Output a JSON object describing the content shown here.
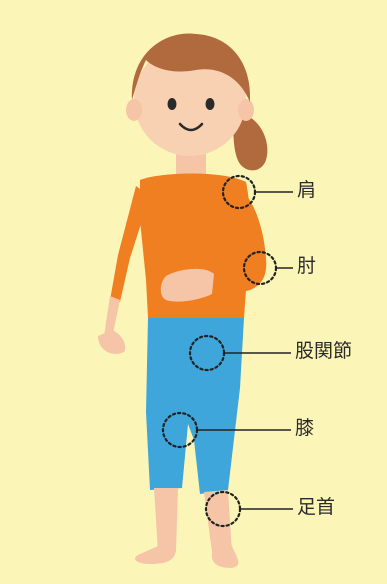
{
  "labels": {
    "shoulder": "肩",
    "elbow": "肘",
    "hip": "股関節",
    "knee": "膝",
    "ankle": "足首"
  }
}
